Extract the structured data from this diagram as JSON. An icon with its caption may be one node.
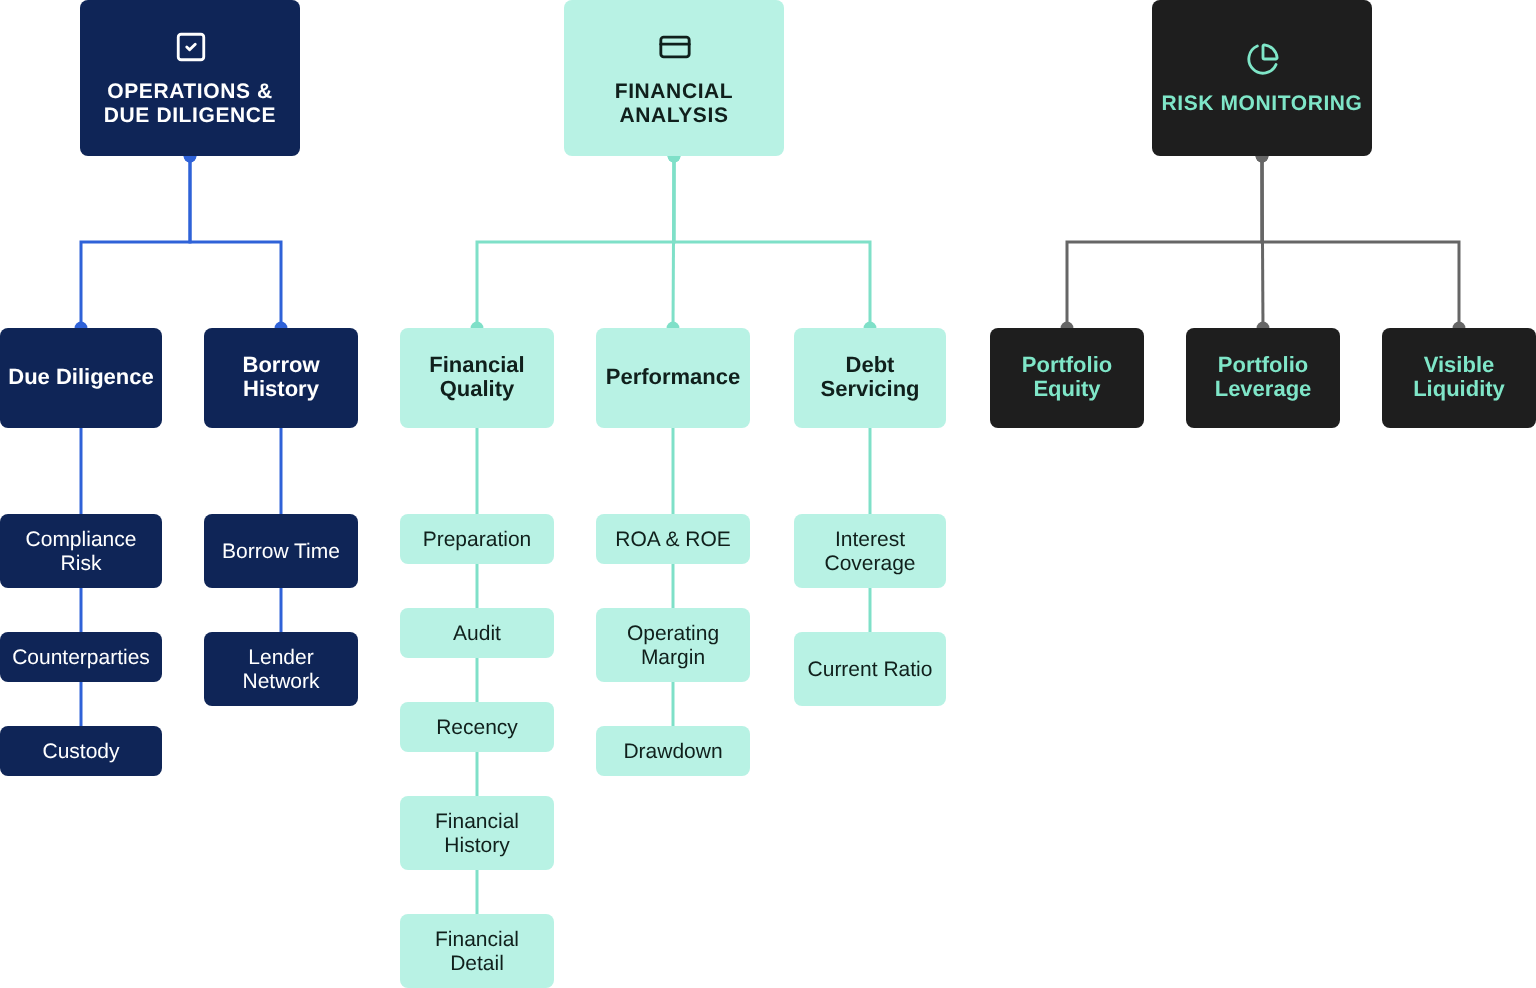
{
  "diagram": {
    "nodes": [
      {
        "text": [
          "OPERATIONS & DUE DILIGENCE"
        ]
      },
      {
        "text": [
          "FINANCIAL ANALYSIS"
        ]
      },
      {
        "text": [
          "RISK MONITORING"
        ]
      },
      {
        "text": [
          "Due Diligence"
        ]
      },
      {
        "text": [
          "Borrow History"
        ]
      },
      {
        "text": [
          "Financial Quality"
        ]
      },
      {
        "text": [
          "Performance"
        ]
      },
      {
        "text": [
          "Debt Servicing"
        ]
      },
      {
        "text": [
          "Portfolio Equity"
        ]
      },
      {
        "text": [
          "Portfolio Leverage"
        ]
      },
      {
        "text": [
          "Visible Liquidity"
        ]
      },
      {
        "text": [
          "Compliance Risk"
        ]
      },
      {
        "text": [
          "Counterparties"
        ]
      },
      {
        "text": [
          "Custody"
        ]
      },
      {
        "text": [
          "Borrow Time"
        ]
      },
      {
        "text": [
          "Lender Network"
        ]
      },
      {
        "text": [
          "Preparation"
        ]
      },
      {
        "text": [
          "Audit"
        ]
      },
      {
        "text": [
          "Recency"
        ]
      },
      {
        "text": [
          "Financial History"
        ]
      },
      {
        "text": [
          "Financial Detail"
        ]
      },
      {
        "text": [
          "ROA & ROE"
        ]
      },
      {
        "text": [
          "Operating Margin"
        ]
      },
      {
        "text": [
          "Drawdown"
        ]
      },
      {
        "text": [
          "Interest Coverage"
        ]
      },
      {
        "text": [
          "Current Ratio"
        ]
      }
    ],
    "edges": [
      {
        "from": 0,
        "to": 3,
        "arrow": "other",
        "color": "#2f62d8"
      },
      {
        "from": 0,
        "to": 4,
        "arrow": "other",
        "color": "#2f62d8"
      },
      {
        "from": 1,
        "to": 5,
        "arrow": "other"
      },
      {
        "from": 1,
        "to": 6,
        "arrow": "other"
      },
      {
        "from": 1,
        "to": 7,
        "arrow": "other"
      },
      {
        "from": 2,
        "to": 8,
        "arrow": "other",
        "color": "#666666"
      },
      {
        "from": 2,
        "to": 9,
        "arrow": "other",
        "color": "#666666"
      },
      {
        "from": 2,
        "to": 10,
        "arrow": "other",
        "color": "#666666"
      },
      {
        "from": 3,
        "to": 11,
        "arrow": "none",
        "color": "#2f62d8"
      },
      {
        "from": 11,
        "to": 12,
        "arrow": "none",
        "color": "#2f62d8"
      },
      {
        "from": 12,
        "to": 13,
        "arrow": "none",
        "color": "#2f62d8"
      },
      {
        "from": 4,
        "to": 14,
        "arrow": "none",
        "color": "#2f62d8"
      },
      {
        "from": 14,
        "to": 15,
        "arrow": "none",
        "color": "#2f62d8"
      },
      {
        "from": 5,
        "to": 16,
        "arrow": "none"
      },
      {
        "from": 16,
        "to": 17,
        "arrow": "none"
      },
      {
        "from": 17,
        "to": 18,
        "arrow": "none"
      },
      {
        "from": 18,
        "to": 19,
        "arrow": "none"
      },
      {
        "from": 19,
        "to": 20,
        "arrow": "none"
      },
      {
        "from": 6,
        "to": 21,
        "arrow": "none"
      },
      {
        "from": 21,
        "to": 22,
        "arrow": "none"
      },
      {
        "from": 22,
        "to": 23,
        "arrow": "none"
      },
      {
        "from": 7,
        "to": 24,
        "arrow": "none"
      },
      {
        "from": 24,
        "to": 25,
        "arrow": "none"
      }
    ]
  }
}
